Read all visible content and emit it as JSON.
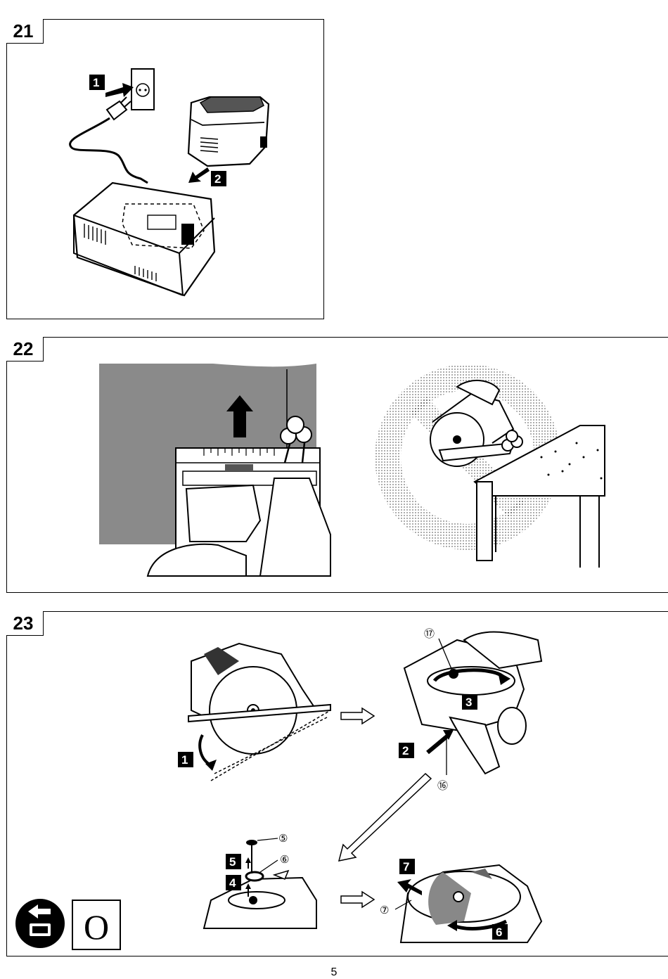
{
  "figures": {
    "fig21": {
      "number": "21",
      "steps": [
        "1",
        "2"
      ]
    },
    "fig22": {
      "number": "22"
    },
    "fig23": {
      "number": "23",
      "steps": [
        "1",
        "2",
        "3",
        "4",
        "5",
        "6",
        "7"
      ],
      "callouts": [
        "⑰",
        "⑯",
        "⑤",
        "⑥",
        "⑦"
      ]
    }
  },
  "symbols": {
    "mode_letter": "O",
    "icon": "battery-removal-icon"
  },
  "page_number": "5",
  "colors": {
    "wall_gray": "#8a8a8a",
    "ink": "#000000"
  }
}
